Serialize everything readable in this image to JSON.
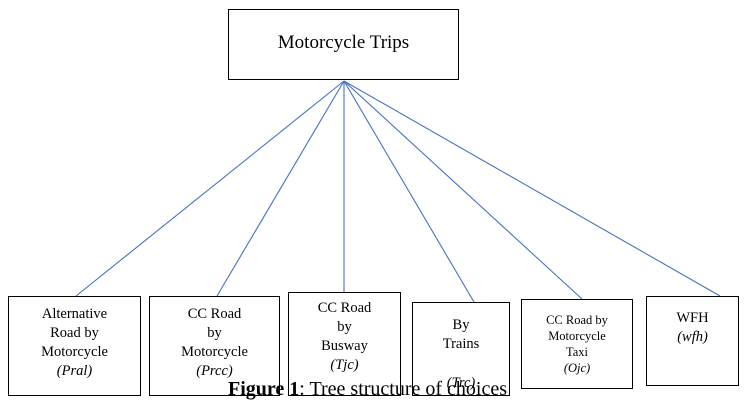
{
  "diagram": {
    "root": {
      "label": "Motorcycle Trips"
    },
    "children": [
      {
        "lines": [
          "Alternative",
          "Road by",
          "Motorcycle"
        ],
        "code": "(Pral)"
      },
      {
        "lines": [
          "CC Road",
          "by",
          "Motorcycle"
        ],
        "code": "(Prcc)"
      },
      {
        "lines": [
          "CC Road",
          "by",
          "Busway"
        ],
        "code": "(Tjc)"
      },
      {
        "lines": [
          "By",
          "Trains"
        ],
        "code": "(Trc)"
      },
      {
        "lines": [
          "CC Road by",
          "Motorcycle",
          "Taxi"
        ],
        "code": "(Ojc)"
      },
      {
        "lines": [
          "WFH"
        ],
        "code": "(wfh)"
      }
    ],
    "colors": {
      "connector": "#4472c4",
      "border": "#000000"
    }
  },
  "caption": {
    "bold": "Figure 1",
    "rest": ": Tree structure of choices"
  }
}
